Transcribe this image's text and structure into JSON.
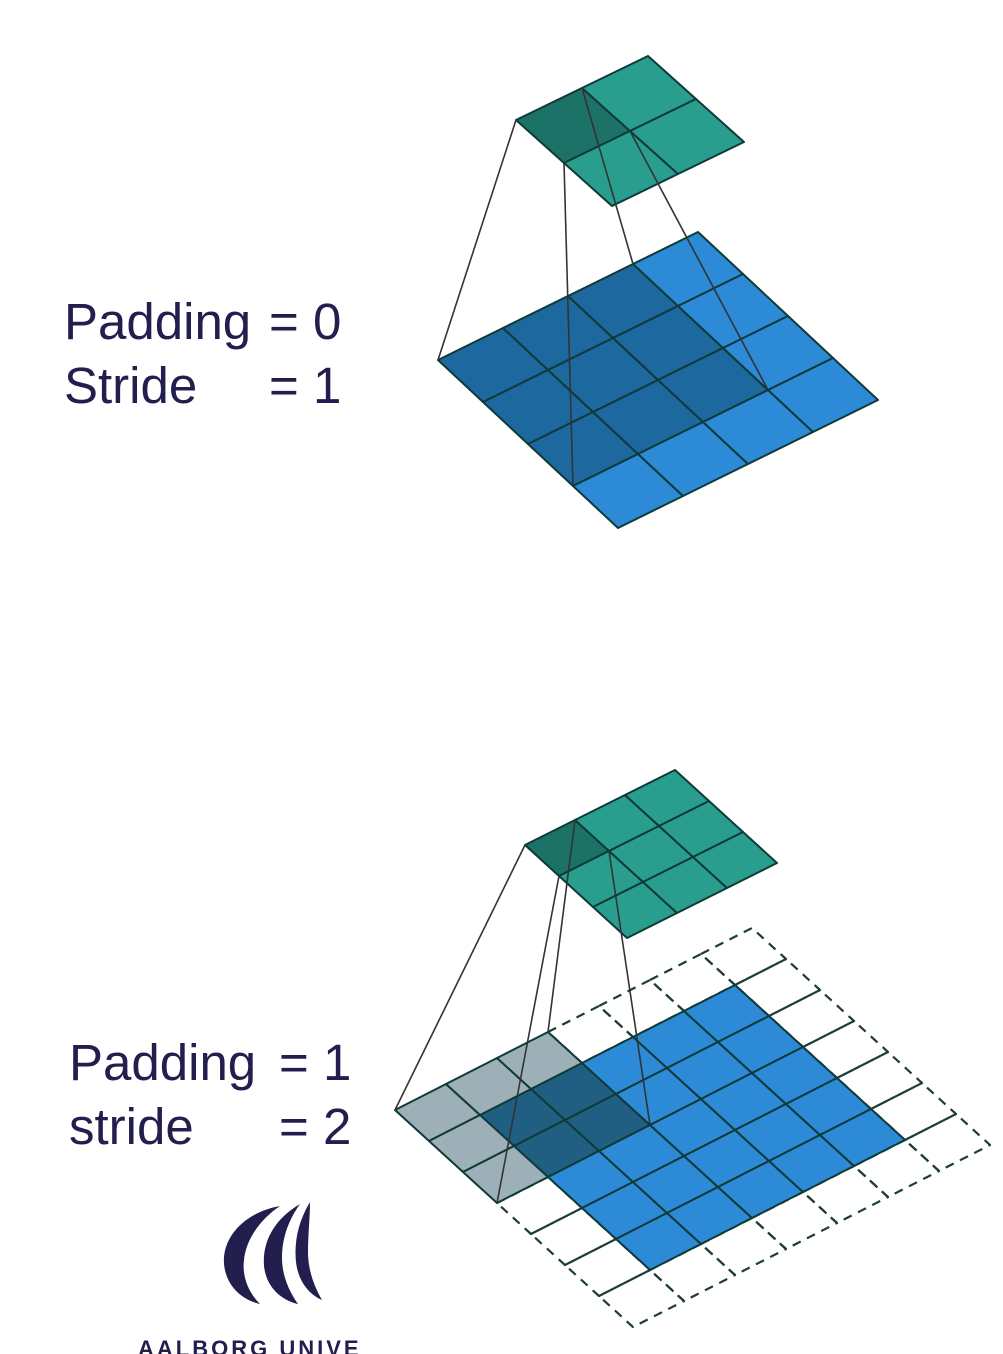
{
  "diagram_top": {
    "padding_label": "Padding",
    "padding_value": "= 0",
    "stride_label": "Stride",
    "stride_value": "= 1",
    "input_size": 4,
    "output_size": 2,
    "kernel_size": 3,
    "padding": 0,
    "stride": 1
  },
  "diagram_bottom": {
    "padding_label": "Padding",
    "padding_value": "= 1",
    "stride_label": "stride",
    "stride_value": "= 2",
    "input_size": 5,
    "output_size": 3,
    "kernel_size": 3,
    "padding": 1,
    "stride": 2
  },
  "logo": {
    "text": "AALBORG UNIVERSITY"
  },
  "colors": {
    "input_blue": "#2c8ad6",
    "input_highlight": "#1e68a0",
    "output_teal": "#2a9e8e",
    "output_highlight": "#1c7266",
    "padding_gray": "#9db0b8",
    "padding_overlap": "#215f82",
    "grid_line": "#0e3a38",
    "label_text": "#221f4f"
  }
}
